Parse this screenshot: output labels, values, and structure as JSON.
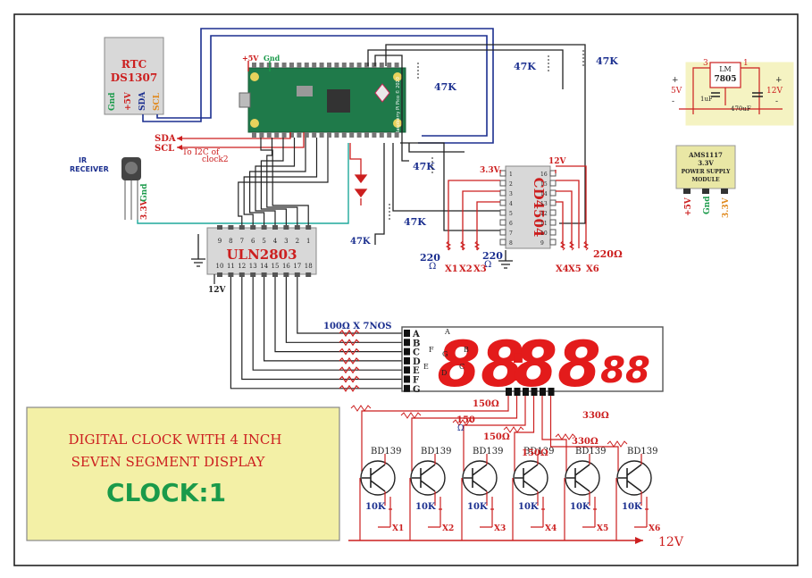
{
  "colors": {
    "red": "#cc1f1f",
    "navy": "#1b2f8f",
    "green": "#1a9a4a",
    "teal": "#1fa89b",
    "orange": "#e08a1f",
    "display_red": "#e31b1b",
    "title_panel": "#f3f0a6",
    "regulator_panel": "#f5f3c2"
  },
  "rtc": {
    "title": "RTC",
    "chip": "DS1307",
    "pins": [
      "Gnd",
      "+5V",
      "SDA",
      "SCL"
    ]
  },
  "i2c": {
    "sda": "SDA",
    "scl": "SCL",
    "note_line1": "To I2C of",
    "note_line2": "clock2"
  },
  "ir": {
    "line1": "IR",
    "line2": "RECEIVER",
    "v33": "3.3V",
    "gnd": "Gnd"
  },
  "pico": {
    "plus5v": "+5V",
    "gnd": "Gnd",
    "label": "Raspberry Pi Pico © 2020"
  },
  "uln": {
    "name": "ULN2803",
    "top_pins": [
      "9",
      "8",
      "7",
      "6",
      "5",
      "4",
      "3",
      "2",
      "1"
    ],
    "bottom_pins": [
      "10",
      "11",
      "12",
      "13",
      "14",
      "15",
      "16",
      "17",
      "18"
    ],
    "v12": "12V"
  },
  "cd": {
    "name": "CD4504",
    "v33": "3.3V",
    "v12": "12V",
    "left_pins": [
      "1",
      "2",
      "3",
      "4",
      "5",
      "6",
      "7",
      "8"
    ],
    "right_pins": [
      "16",
      "15",
      "14",
      "13",
      "12",
      "11",
      "10",
      "9"
    ],
    "ohm220_left": "220",
    "ohm220_mid": "220",
    "ohm_sym": "Ω",
    "ohm220_right": "220Ω"
  },
  "resistors": {
    "r47k": "47K",
    "seg": "100Ω X 7NOS"
  },
  "outputs": {
    "cd_left": [
      "X1",
      "X2",
      "X3"
    ],
    "cd_right": [
      "X4",
      "X5",
      "X6"
    ]
  },
  "display": {
    "segments": [
      "A",
      "B",
      "C",
      "D",
      "E",
      "F",
      "G"
    ],
    "big_digits": [
      "88",
      "88"
    ],
    "colon": ":",
    "small_digits": "88",
    "inner_labels": [
      "A",
      "B",
      "C",
      "D",
      "E",
      "F",
      "G"
    ]
  },
  "drivers": {
    "base_r": [
      "150Ω",
      "150",
      "150Ω",
      "150Ω",
      "330Ω",
      "330Ω"
    ],
    "base_r_extra": "Ω",
    "transistor": "BD139",
    "emitter_r": "10K",
    "outputs": [
      "X1",
      "X2",
      "X3",
      "X4",
      "X5",
      "X6"
    ],
    "v12": "12V"
  },
  "regulator": {
    "chip": "LM",
    "chip2": "7805",
    "in_pin": "1",
    "out_pin": "3",
    "out_v": "5V",
    "in_v": "12V",
    "cap1": "1uF",
    "cap2": "470uF",
    "plus": "+",
    "minus": "-"
  },
  "ams": {
    "line1": "AMS1117",
    "line2": "3.3V",
    "line3": "POWER SUPPLY",
    "line4": "MODULE",
    "pins": [
      "+5V",
      "Gnd",
      "3.3V"
    ]
  },
  "title_box": {
    "line1": "DIGITAL CLOCK WITH 4 INCH",
    "line2": "SEVEN SEGMENT DISPLAY",
    "line3": "CLOCK:1"
  }
}
